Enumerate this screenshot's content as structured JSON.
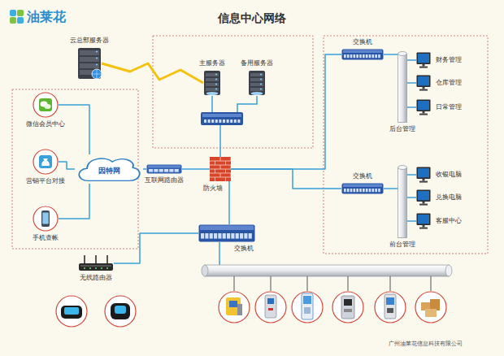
{
  "diagram": {
    "title": "信息中心网络",
    "nodes": [
      {
        "text": [
          "云总部服务器"
        ]
      },
      {
        "text": [
          "主服务器"
        ]
      },
      {
        "text": [
          "备用服务器"
        ]
      },
      {
        "text": [
          "微信会员中心"
        ]
      },
      {
        "text": [
          "因特网"
        ]
      },
      {
        "text": [
          "营销平台对接"
        ]
      },
      {
        "text": [
          "手机查帐"
        ]
      },
      {
        "text": [
          "互联网路由器"
        ]
      },
      {
        "text": [
          "防火墙"
        ]
      },
      {
        "text": [
          "交换机"
        ]
      },
      {
        "text": [
          "后台管理"
        ]
      },
      {
        "text": [
          "财务管理"
        ]
      },
      {
        "text": [
          "仓库管理"
        ]
      },
      {
        "text": [
          "日常管理"
        ]
      },
      {
        "text": [
          "交换机"
        ]
      },
      {
        "text": [
          "前台管理"
        ]
      },
      {
        "text": [
          "收银电脑"
        ]
      },
      {
        "text": [
          "兑换电脑"
        ]
      },
      {
        "text": [
          "客服中心"
        ]
      },
      {
        "text": [
          "交换机"
        ]
      },
      {
        "text": [
          "无线路由器"
        ]
      }
    ],
    "edges": [
      {
        "from": 0,
        "to": 1,
        "arrow": "none"
      },
      {
        "from": 3,
        "to": 4,
        "arrow": "none"
      },
      {
        "from": 5,
        "to": 4,
        "arrow": "none"
      },
      {
        "from": 6,
        "to": 4,
        "arrow": "none"
      },
      {
        "from": 4,
        "to": 7,
        "arrow": "none"
      },
      {
        "from": 7,
        "to": 8,
        "arrow": "none"
      },
      {
        "from": 8,
        "to": 9,
        "arrow": "none"
      },
      {
        "from": 8,
        "to": 14,
        "arrow": "none"
      },
      {
        "from": 8,
        "to": 19,
        "arrow": "none"
      },
      {
        "from": 9,
        "to": 10,
        "arrow": "none"
      },
      {
        "from": 10,
        "to": 11,
        "arrow": "none"
      },
      {
        "from": 10,
        "to": 12,
        "arrow": "none"
      },
      {
        "from": 10,
        "to": 13,
        "arrow": "none"
      },
      {
        "from": 14,
        "to": 15,
        "arrow": "none"
      },
      {
        "from": 15,
        "to": 16,
        "arrow": "none"
      },
      {
        "from": 15,
        "to": 17,
        "arrow": "none"
      },
      {
        "from": 15,
        "to": 18,
        "arrow": "none"
      },
      {
        "from": 19,
        "to": 20,
        "arrow": "none"
      }
    ],
    "labels": [
      "油莱花",
      "广州油莱花信息科技有限公司"
    ]
  }
}
